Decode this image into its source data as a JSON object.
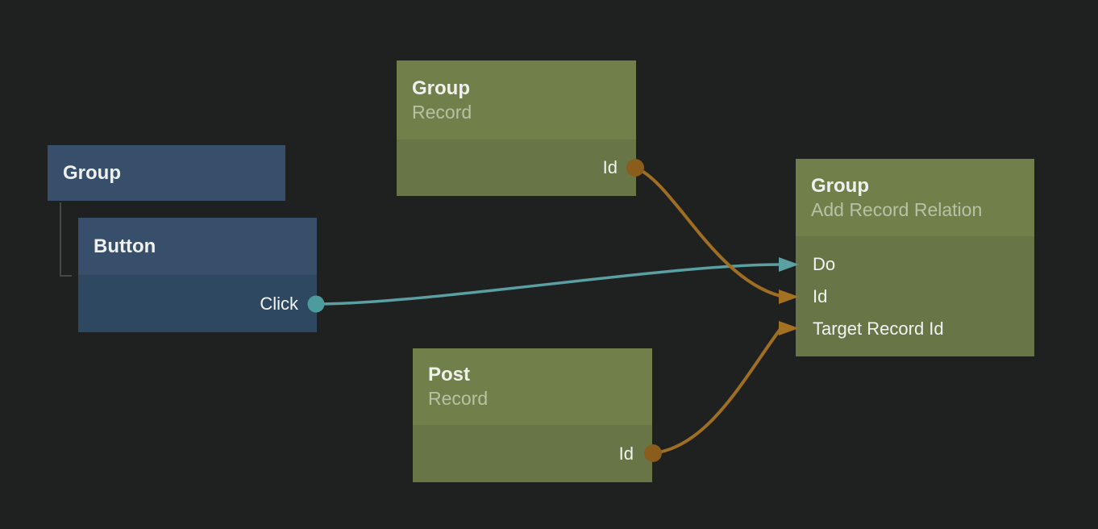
{
  "colors": {
    "background": "#1F2020",
    "node_blue_header": "#374F6A",
    "node_blue_body": "#2F4861",
    "node_green_header": "#71804A",
    "node_green_body": "#687647",
    "signal_teal": "#5AA0A2",
    "signal_teal_port": "#4C9B9D",
    "data_orange": "#9E6E22",
    "data_orange_port": "#8A5D1C",
    "data_orange_arrow": "#A37122",
    "hierarchy_line": "#464646",
    "title_text": "#EEF1EE",
    "subtitle_text": "rgba(255,255,255,0.5)",
    "port_text": "#F2F4F1"
  },
  "nodes": {
    "group": {
      "title": "Group"
    },
    "button": {
      "title": "Button",
      "outputs": [
        {
          "label": "Click",
          "type": "signal"
        }
      ]
    },
    "group_record": {
      "title": "Group",
      "subtitle": "Record",
      "outputs": [
        {
          "label": "Id",
          "type": "data"
        }
      ]
    },
    "post_record": {
      "title": "Post",
      "subtitle": "Record",
      "outputs": [
        {
          "label": "Id",
          "type": "data"
        }
      ]
    },
    "add_record_relation": {
      "title": "Group",
      "subtitle": "Add Record Relation",
      "inputs": [
        {
          "label": "Do",
          "type": "signal"
        },
        {
          "label": "Id",
          "type": "data"
        },
        {
          "label": "Target Record Id",
          "type": "data"
        }
      ]
    }
  },
  "connections": [
    {
      "from": "Button / Click",
      "to": "Group Add Record Relation / Do",
      "type": "signal"
    },
    {
      "from": "Group Record / Id",
      "to": "Group Add Record Relation / Id",
      "type": "data"
    },
    {
      "from": "Post Record / Id",
      "to": "Group Add Record Relation / Target Record Id",
      "type": "data"
    }
  ],
  "hierarchy": [
    {
      "parent": "Group",
      "child": "Button"
    }
  ]
}
